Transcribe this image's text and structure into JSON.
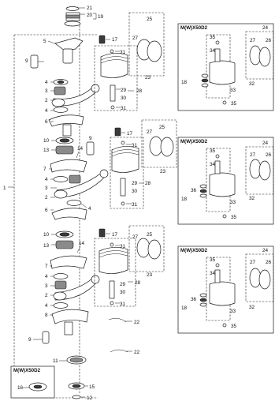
{
  "callouts": {
    "n1": "1",
    "n2": "2",
    "n3": "3",
    "n4": "4",
    "n5": "5",
    "n6": "6",
    "n7": "7",
    "n8": "8",
    "n9": "9",
    "n10": "10",
    "n11": "11",
    "n12": "12",
    "n13": "13",
    "n14": "14",
    "n15": "15",
    "n16": "16",
    "n17": "17",
    "n18": "18",
    "n19": "19",
    "n20": "20",
    "n21": "21",
    "n22": "22",
    "n23": "23",
    "n24": "24",
    "n25": "25",
    "n26": "26",
    "n27": "27",
    "n28": "28",
    "n29": "29",
    "n30": "30",
    "n31": "31",
    "n32": "32",
    "n33": "33",
    "n34": "34",
    "n35": "35",
    "n36": "36"
  },
  "variant_label": "M(W)X50D2",
  "colors": {
    "line": "#1a1a1a",
    "shade": "#8a8a8a",
    "dark": "#3a3a3a"
  }
}
